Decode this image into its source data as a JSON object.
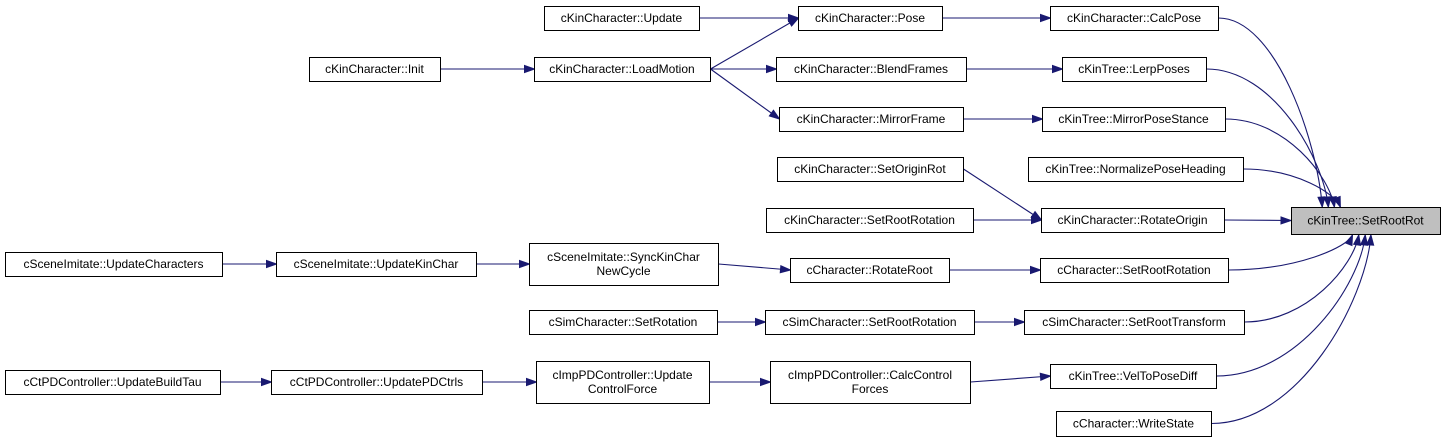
{
  "graph": {
    "colors": {
      "edge": "#191970",
      "target_fill": "#bfbfbf",
      "node_fill": "#ffffff",
      "border": "#000000"
    },
    "nodes": [
      {
        "id": "setrootrot",
        "lines": [
          "cKinTree::SetRootRot"
        ],
        "target": true
      },
      {
        "id": "kc_update",
        "lines": [
          "cKinCharacter::Update"
        ]
      },
      {
        "id": "kc_pose",
        "lines": [
          "cKinCharacter::Pose"
        ]
      },
      {
        "id": "kc_calcpose",
        "lines": [
          "cKinCharacter::CalcPose"
        ]
      },
      {
        "id": "kc_init",
        "lines": [
          "cKinCharacter::Init"
        ]
      },
      {
        "id": "kc_loadmotion",
        "lines": [
          "cKinCharacter::LoadMotion"
        ]
      },
      {
        "id": "kc_blendframes",
        "lines": [
          "cKinCharacter::BlendFrames"
        ]
      },
      {
        "id": "kt_lerpposes",
        "lines": [
          "cKinTree::LerpPoses"
        ]
      },
      {
        "id": "kc_mirrorframe",
        "lines": [
          "cKinCharacter::MirrorFrame"
        ]
      },
      {
        "id": "kt_mirrorposestance",
        "lines": [
          "cKinTree::MirrorPoseStance"
        ]
      },
      {
        "id": "kc_setoriginrot",
        "lines": [
          "cKinCharacter::SetOriginRot"
        ]
      },
      {
        "id": "kt_normalizeposeheading",
        "lines": [
          "cKinTree::NormalizePoseHeading"
        ]
      },
      {
        "id": "kc_setrootrotation",
        "lines": [
          "cKinCharacter::SetRootRotation"
        ]
      },
      {
        "id": "kc_rotateorigin",
        "lines": [
          "cKinCharacter::RotateOrigin"
        ]
      },
      {
        "id": "si_updatecharacters",
        "lines": [
          "cSceneImitate::UpdateCharacters"
        ]
      },
      {
        "id": "si_updatekinchar",
        "lines": [
          "cSceneImitate::UpdateKinChar"
        ]
      },
      {
        "id": "si_synckinchar",
        "lines": [
          "cSceneImitate::SyncKinChar",
          "NewCycle"
        ]
      },
      {
        "id": "c_rotateroot",
        "lines": [
          "cCharacter::RotateRoot"
        ]
      },
      {
        "id": "c_setrootrotation",
        "lines": [
          "cCharacter::SetRootRotation"
        ]
      },
      {
        "id": "sc_setrotation",
        "lines": [
          "cSimCharacter::SetRotation"
        ]
      },
      {
        "id": "sc_setrootrotation",
        "lines": [
          "cSimCharacter::SetRootRotation"
        ]
      },
      {
        "id": "sc_setroottransform",
        "lines": [
          "cSimCharacter::SetRootTransform"
        ]
      },
      {
        "id": "ct_updatebuildtau",
        "lines": [
          "cCtPDController::UpdateBuildTau"
        ]
      },
      {
        "id": "ct_updatepdctrls",
        "lines": [
          "cCtPDController::UpdatePDCtrls"
        ]
      },
      {
        "id": "ip_updatecontrolforce",
        "lines": [
          "cImpPDController::Update",
          "ControlForce"
        ]
      },
      {
        "id": "ip_calccontrolforces",
        "lines": [
          "cImpPDController::CalcControl",
          "Forces"
        ]
      },
      {
        "id": "kt_veltoposediff",
        "lines": [
          "cKinTree::VelToPoseDiff"
        ]
      },
      {
        "id": "c_writestate",
        "lines": [
          "cCharacter::WriteState"
        ]
      }
    ],
    "edges": [
      [
        "kc_update",
        "kc_pose"
      ],
      [
        "kc_pose",
        "kc_calcpose"
      ],
      [
        "kc_calcpose",
        "setrootrot"
      ],
      [
        "kc_init",
        "kc_loadmotion"
      ],
      [
        "kc_loadmotion",
        "kc_pose"
      ],
      [
        "kc_loadmotion",
        "kc_blendframes"
      ],
      [
        "kc_loadmotion",
        "kc_mirrorframe"
      ],
      [
        "kc_blendframes",
        "kt_lerpposes"
      ],
      [
        "kt_lerpposes",
        "setrootrot"
      ],
      [
        "kc_mirrorframe",
        "kt_mirrorposestance"
      ],
      [
        "kt_mirrorposestance",
        "setrootrot"
      ],
      [
        "kt_normalizeposeheading",
        "setrootrot"
      ],
      [
        "kc_setoriginrot",
        "kc_rotateorigin"
      ],
      [
        "kc_setrootrotation",
        "kc_rotateorigin"
      ],
      [
        "kc_rotateorigin",
        "setrootrot"
      ],
      [
        "si_updatecharacters",
        "si_updatekinchar"
      ],
      [
        "si_updatekinchar",
        "si_synckinchar"
      ],
      [
        "si_synckinchar",
        "c_rotateroot"
      ],
      [
        "c_rotateroot",
        "c_setrootrotation"
      ],
      [
        "c_setrootrotation",
        "setrootrot"
      ],
      [
        "sc_setrotation",
        "sc_setrootrotation"
      ],
      [
        "sc_setrootrotation",
        "sc_setroottransform"
      ],
      [
        "sc_setroottransform",
        "setrootrot"
      ],
      [
        "ct_updatebuildtau",
        "ct_updatepdctrls"
      ],
      [
        "ct_updatepdctrls",
        "ip_updatecontrolforce"
      ],
      [
        "ip_updatecontrolforce",
        "ip_calccontrolforces"
      ],
      [
        "ip_calccontrolforces",
        "kt_veltoposediff"
      ],
      [
        "kt_veltoposediff",
        "setrootrot"
      ],
      [
        "c_writestate",
        "setrootrot"
      ]
    ]
  }
}
